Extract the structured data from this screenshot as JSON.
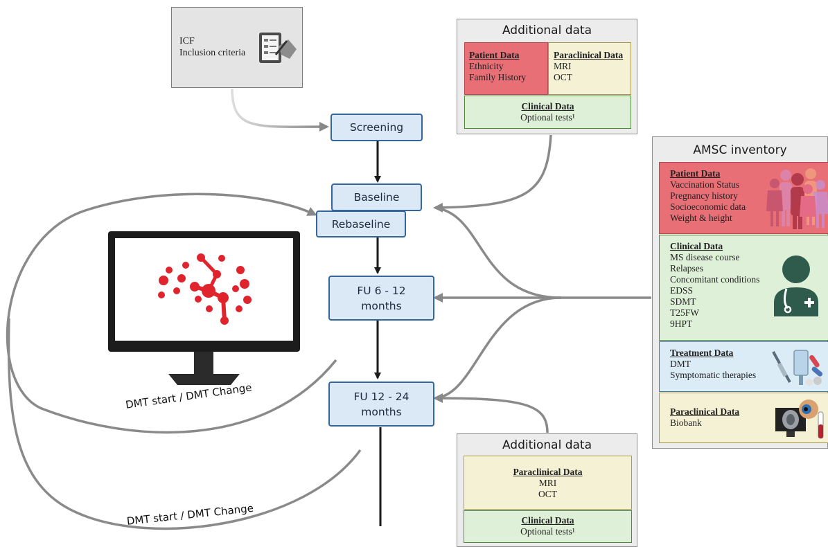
{
  "screening_card": {
    "lines": [
      "ICF",
      "Inclusion criteria"
    ],
    "icon": "clipboard-signing-icon"
  },
  "steps": {
    "screening": "Screening",
    "baseline": "Baseline",
    "rebaseline": "Rebaseline",
    "fu_6_12": [
      "FU 6 - 12",
      "months"
    ],
    "fu_12_24": [
      "FU 12 - 24",
      "months"
    ]
  },
  "monitor_icon": "brain-network-logo",
  "loop_labels": [
    "DMT start / DMT Change",
    "DMT start / DMT Change"
  ],
  "additional_data_top": {
    "title": "Additional data",
    "patient": {
      "heading": "Patient Data",
      "items": [
        "Ethnicity",
        "Family History"
      ]
    },
    "paraclinical": {
      "heading": "Paraclinical Data",
      "items": [
        "MRI",
        "OCT"
      ]
    },
    "clinical": {
      "heading": "Clinical Data",
      "items": [
        "Optional tests¹"
      ]
    }
  },
  "additional_data_bottom": {
    "title": "Additional data",
    "paraclinical": {
      "heading": "Paraclinical Data",
      "items": [
        "MRI",
        "OCT"
      ]
    },
    "clinical": {
      "heading": "Clinical Data",
      "items": [
        "Optional tests¹"
      ]
    }
  },
  "inventory": {
    "title": "AMSC inventory",
    "sections": [
      {
        "heading": "Patient Data",
        "items": [
          "Vaccination Status",
          "Pregnancy history",
          "Socioeconomic data",
          "Weight & height"
        ],
        "color": "#e86f75",
        "icon": "people-group-icon"
      },
      {
        "heading": "Clinical Data",
        "items": [
          "MS disease course",
          "Relapses",
          "Concomitant conditions",
          "EDSS",
          "SDMT",
          "T25FW",
          "9HPT"
        ],
        "color": "#def0d7",
        "icon": "doctor-icon"
      },
      {
        "heading": "Treatment Data",
        "items": [
          "DMT",
          "Symptomatic therapies"
        ],
        "color": "#dcecf6",
        "icon": "medication-icon"
      },
      {
        "heading": "Paraclinical Data",
        "items": [
          "Biobank"
        ],
        "color": "#f5f1d5",
        "icon": "eye-mri-icon"
      }
    ]
  },
  "colors": {
    "step_fill": "#dbe8f6",
    "step_border": "#35669b",
    "arrow_dark": "#1a1a1a",
    "arrow_grey": "#888888",
    "brand_red": "#e0242d"
  }
}
